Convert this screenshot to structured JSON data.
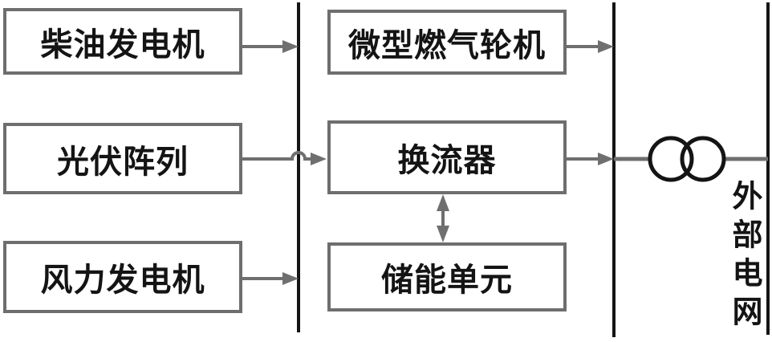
{
  "diagram": {
    "boxes": {
      "diesel": "柴油发电机",
      "pv": "光伏阵列",
      "wind": "风力发电机",
      "micro_turbine": "微型燃气轮机",
      "converter": "换流器",
      "storage": "储能单元"
    },
    "external_grid_label": "外部电网",
    "colors": {
      "background": "#ffffff",
      "box_border": "#6e6e6e",
      "arrow": "#6f6f6f",
      "bus_line": "#141414",
      "text": "#141414"
    }
  }
}
